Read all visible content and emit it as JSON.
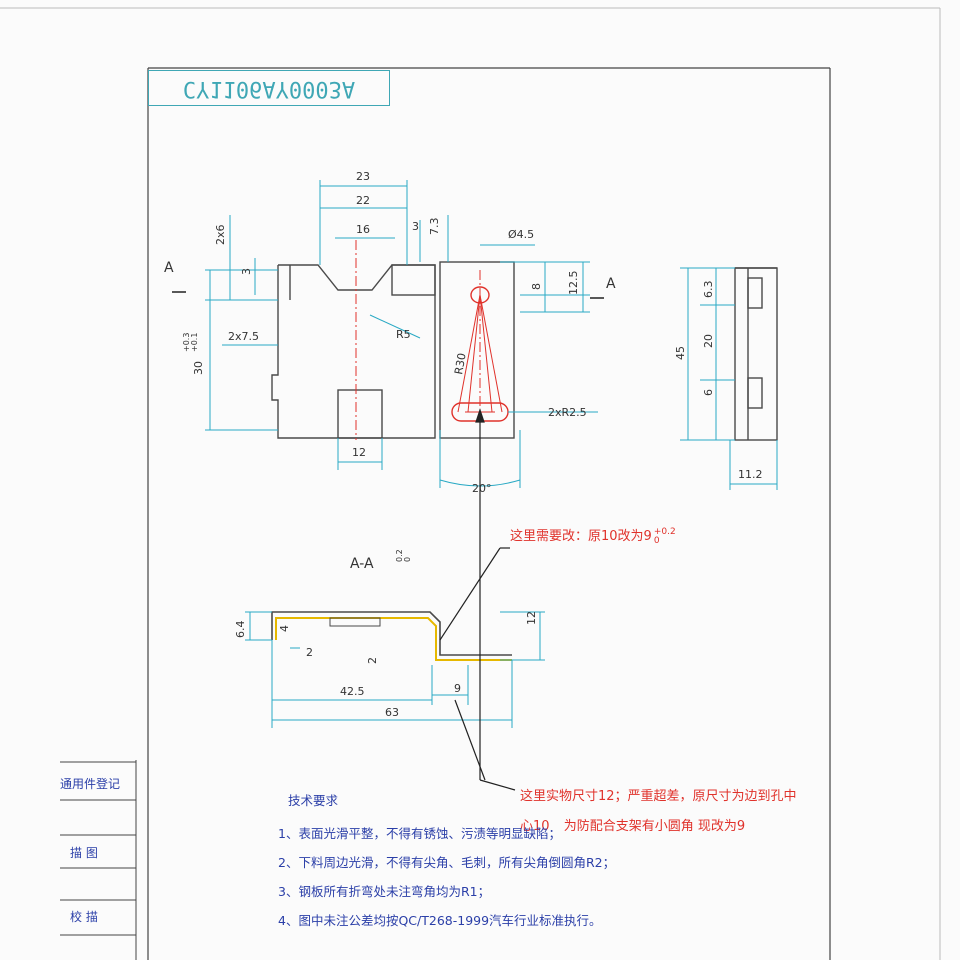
{
  "drawing_number": "CY1106AY0003A",
  "section_marker": "A",
  "section_title": "A-A",
  "section_tol_top": "0.2",
  "section_tol_bottom": "0",
  "dims": {
    "d23": "23",
    "d22": "22",
    "d16": "16",
    "d3": "3",
    "d73": "7.3",
    "d2x6": "2x6",
    "d3b": "3",
    "phi45": "Ø4.5",
    "d8": "8",
    "d125": "12.5",
    "d2x75": "2x7.5",
    "r5": "R5",
    "d30": "30",
    "d30_tol_top": "+0.3",
    "d30_tol_bottom": "+0.1",
    "r30": "R30",
    "d2xr25": "2xR2.5",
    "d12": "12",
    "d20deg": "20°",
    "d63": "6.3",
    "d20": "20",
    "d45": "45",
    "d6": "6",
    "d112": "11.2",
    "s64": "6.4",
    "s4": "4",
    "s2": "2",
    "s2b": "2",
    "s12": "12",
    "s425": "42.5",
    "s9": "9",
    "s63": "63"
  },
  "annotations": {
    "a1_main": "这里需要改：原10改为9",
    "a1_tol_top": "+0.2",
    "a1_tol_bottom": "0",
    "a2_line1": "这里实物尺寸12；严重超差，原尺寸为边到孔中",
    "a2_line2": "心10",
    "a2_line2b": "为防配合支架有小圆角 现改为9"
  },
  "tech": {
    "heading": "技术要求",
    "items": [
      "1、表面光滑平整，不得有锈蚀、污渍等明显缺陷；",
      "2、下料周边光滑，不得有尖角、毛刺，所有尖角倒圆角R2；",
      "3、钢板所有折弯处未注弯角均为R1；",
      "4、图中未注公差均按QC/T268-1999汽车行业标准执行。"
    ]
  },
  "side_table": {
    "row1": "通用件登记",
    "row2": "描   图",
    "row3": "校   描"
  },
  "colors": {
    "outline": "#4a4a4a",
    "dim": "#29a9c4",
    "red": "#e0322b",
    "text": "#2b3fa8",
    "yellow": "#e6b800"
  }
}
